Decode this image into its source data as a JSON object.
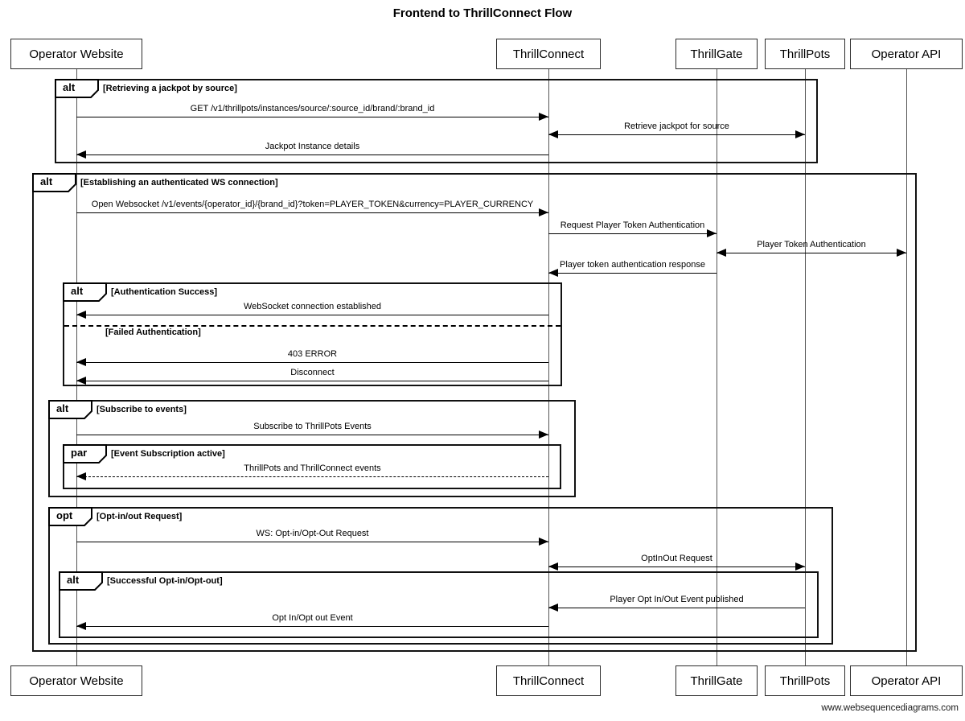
{
  "title": "Frontend to ThrillConnect Flow",
  "watermark": "www.websequencediagrams.com",
  "participants": [
    {
      "id": "operator-website",
      "label": "Operator Website"
    },
    {
      "id": "thrillconnect",
      "label": "ThrillConnect"
    },
    {
      "id": "thrillgate",
      "label": "ThrillGate"
    },
    {
      "id": "thrillpots",
      "label": "ThrillPots"
    },
    {
      "id": "operator-api",
      "label": "Operator API"
    }
  ],
  "frames": [
    {
      "id": "alt-jackpot",
      "operator": "alt",
      "condition": "[Retrieving a jackpot by source]"
    },
    {
      "id": "alt-ws",
      "operator": "alt",
      "condition": "[Establishing an authenticated WS connection]"
    },
    {
      "id": "alt-auth",
      "operator": "alt",
      "condition": "[Authentication Success]",
      "divider_condition": "[Failed Authentication]"
    },
    {
      "id": "alt-subscribe",
      "operator": "alt",
      "condition": "[Subscribe to events]"
    },
    {
      "id": "par-events",
      "operator": "par",
      "condition": "[Event Subscription active]"
    },
    {
      "id": "opt-optinout",
      "operator": "opt",
      "condition": "[Opt-in/out Request]"
    },
    {
      "id": "alt-success-opt",
      "operator": "alt",
      "condition": "[Successful Opt-in/Opt-out]"
    }
  ],
  "messages": [
    {
      "id": "m1",
      "from": "operator-website",
      "to": "thrillconnect",
      "text": "GET /v1/thrillpots/instances/source/:source_id/brand/:brand_id",
      "line": "solid",
      "heads": "to"
    },
    {
      "id": "m2",
      "from": "thrillconnect",
      "to": "thrillpots",
      "text": "Retrieve jackpot for source",
      "line": "solid",
      "heads": "both"
    },
    {
      "id": "m3",
      "from": "thrillconnect",
      "to": "operator-website",
      "text": "Jackpot Instance details",
      "line": "solid",
      "heads": "to"
    },
    {
      "id": "m4",
      "from": "operator-website",
      "to": "thrillconnect",
      "text": "Open Websocket /v1/events/{operator_id}/{brand_id}?token=PLAYER_TOKEN&currency=PLAYER_CURRENCY",
      "line": "solid",
      "heads": "to"
    },
    {
      "id": "m5",
      "from": "thrillconnect",
      "to": "thrillgate",
      "text": "Request Player Token Authentication",
      "line": "solid",
      "heads": "to"
    },
    {
      "id": "m6",
      "from": "thrillgate",
      "to": "operator-api",
      "text": "Player Token Authentication",
      "line": "solid",
      "heads": "both"
    },
    {
      "id": "m7",
      "from": "thrillgate",
      "to": "thrillconnect",
      "text": "Player token authentication response",
      "line": "solid",
      "heads": "to"
    },
    {
      "id": "m8",
      "from": "thrillconnect",
      "to": "operator-website",
      "text": "WebSocket connection established",
      "line": "solid",
      "heads": "to"
    },
    {
      "id": "m9",
      "from": "thrillconnect",
      "to": "operator-website",
      "text": "403 ERROR",
      "line": "solid",
      "heads": "to"
    },
    {
      "id": "m10",
      "from": "thrillconnect",
      "to": "operator-website",
      "text": "Disconnect",
      "line": "solid",
      "heads": "to"
    },
    {
      "id": "m11",
      "from": "operator-website",
      "to": "thrillconnect",
      "text": "Subscribe to ThrillPots Events",
      "line": "solid",
      "heads": "to"
    },
    {
      "id": "m12",
      "from": "thrillconnect",
      "to": "operator-website",
      "text": "ThrillPots and ThrillConnect events",
      "line": "dashed",
      "heads": "to"
    },
    {
      "id": "m13",
      "from": "operator-website",
      "to": "thrillconnect",
      "text": "WS: Opt-in/Opt-Out Request",
      "line": "solid",
      "heads": "to"
    },
    {
      "id": "m14",
      "from": "thrillconnect",
      "to": "thrillpots",
      "text": "OptInOut Request",
      "line": "solid",
      "heads": "both"
    },
    {
      "id": "m15",
      "from": "thrillpots",
      "to": "thrillconnect",
      "text": "Player Opt In/Out Event published",
      "line": "solid",
      "heads": "to"
    },
    {
      "id": "m16",
      "from": "thrillconnect",
      "to": "operator-website",
      "text": "Opt In/Opt out Event",
      "line": "solid",
      "heads": "to"
    }
  ]
}
